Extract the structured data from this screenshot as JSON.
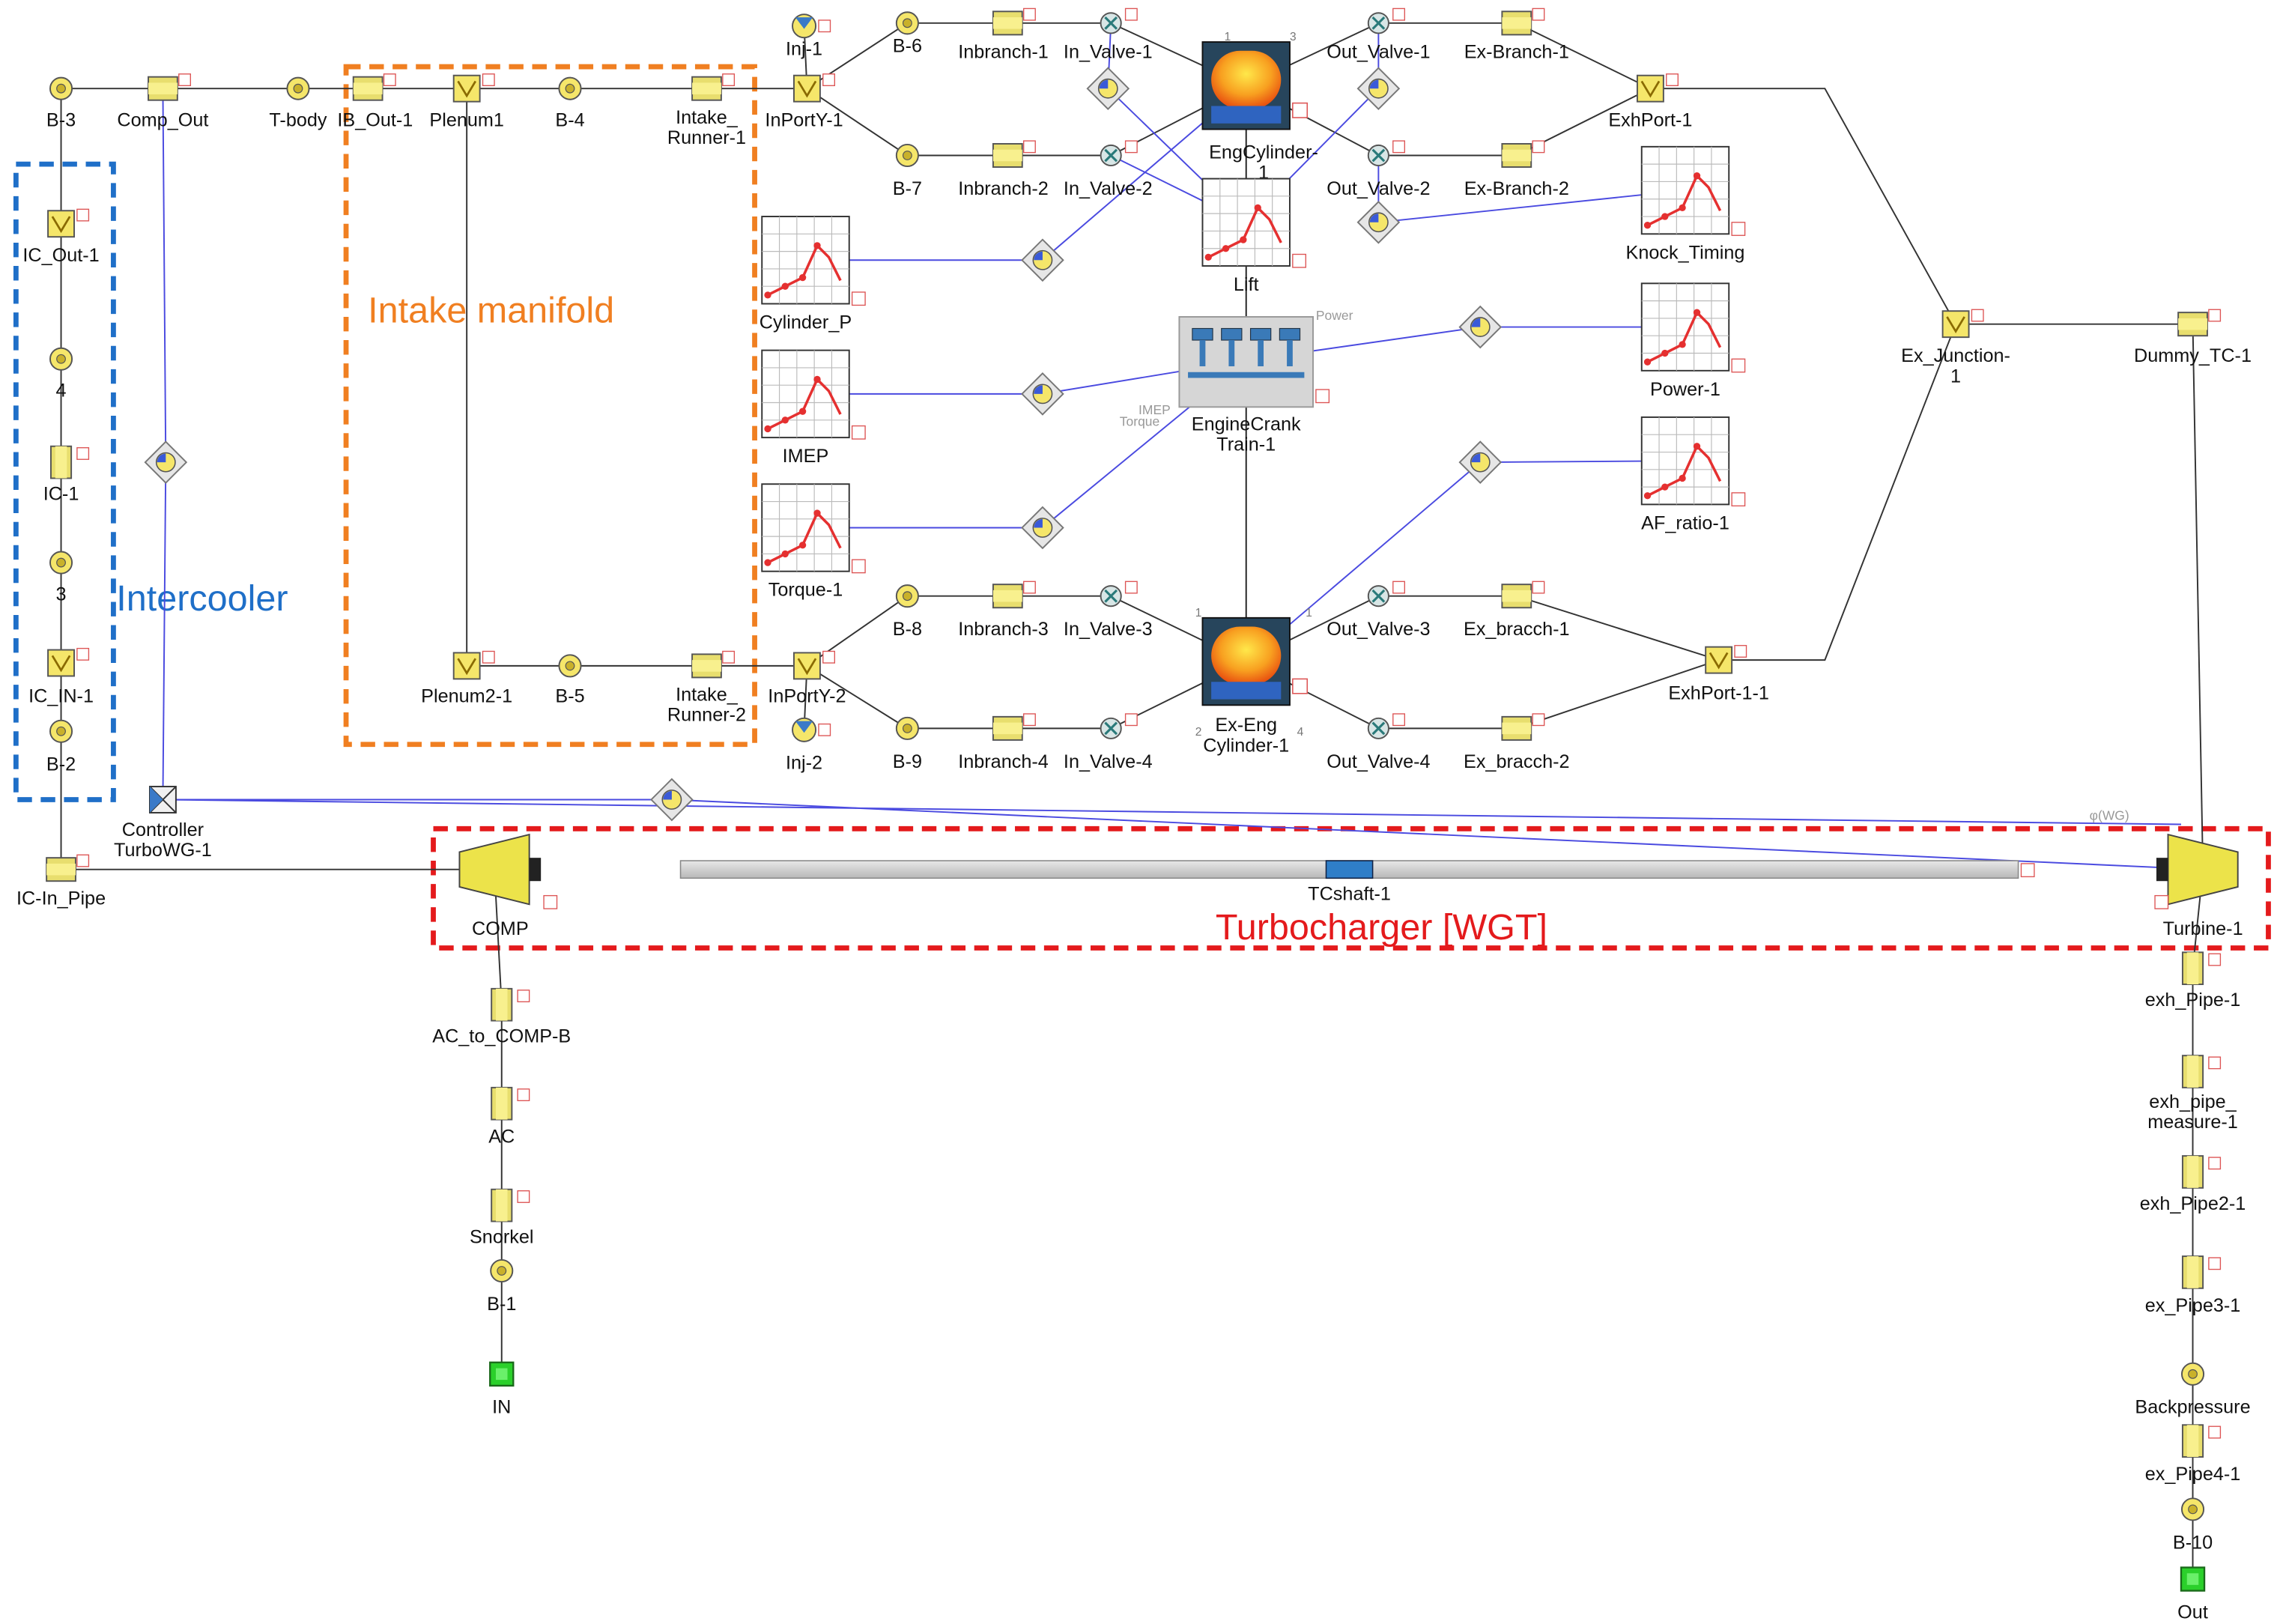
{
  "diagram": {
    "regions": [
      {
        "id": "intercooler",
        "label": "Intercooler",
        "color": "#1f6fc8"
      },
      {
        "id": "intake",
        "label": "Intake manifold",
        "color": "#f07f21"
      },
      {
        "id": "turbo",
        "label": "Turbocharger [WGT]",
        "color": "#e41a1c"
      }
    ],
    "nodes": [
      {
        "id": "b3",
        "type": "junction",
        "label": "B-3"
      },
      {
        "id": "comp_out",
        "type": "pipe",
        "label": "Comp_Out"
      },
      {
        "id": "tbody",
        "type": "junction",
        "label": "T-body"
      },
      {
        "id": "ib_out1",
        "type": "pipe",
        "label": "IB_Out-1"
      },
      {
        "id": "plenum1",
        "type": "flowsplit",
        "label": "Plenum1"
      },
      {
        "id": "b4",
        "type": "junction",
        "label": "B-4"
      },
      {
        "id": "intake_runner1",
        "type": "pipe",
        "label": "Intake_\nRunner-1"
      },
      {
        "id": "inport_y1",
        "type": "flowsplit",
        "label": "InPortY-1"
      },
      {
        "id": "inj1",
        "type": "injector",
        "label": "Inj-1"
      },
      {
        "id": "b6",
        "type": "junction",
        "label": "B-6"
      },
      {
        "id": "b7",
        "type": "junction",
        "label": "B-7"
      },
      {
        "id": "inbranch1",
        "type": "pipe",
        "label": "Inbranch-1"
      },
      {
        "id": "inbranch2",
        "type": "pipe",
        "label": "Inbranch-2"
      },
      {
        "id": "in_valve1",
        "type": "valve",
        "label": "In_Valve-1"
      },
      {
        "id": "in_valve2",
        "type": "valve",
        "label": "In_Valve-2"
      },
      {
        "id": "eng_cyl1",
        "type": "cylinder",
        "label": "EngCylinder-\n1"
      },
      {
        "id": "out_valve1",
        "type": "valve",
        "label": "Out_Valve-1"
      },
      {
        "id": "out_valve2",
        "type": "valve",
        "label": "Out_Valve-2"
      },
      {
        "id": "ex_branch1",
        "type": "pipe",
        "label": "Ex-Branch-1"
      },
      {
        "id": "ex_branch2",
        "type": "pipe",
        "label": "Ex-Branch-2"
      },
      {
        "id": "exh_port1",
        "type": "flowsplit",
        "label": "ExhPort-1"
      },
      {
        "id": "lift",
        "type": "plot",
        "label": "Lift"
      },
      {
        "id": "knock_timing",
        "type": "plot",
        "label": "Knock_Timing"
      },
      {
        "id": "cylinder_p",
        "type": "plot",
        "label": "Cylinder_P"
      },
      {
        "id": "imep",
        "type": "plot",
        "label": "IMEP"
      },
      {
        "id": "torque1",
        "type": "plot",
        "label": "Torque-1"
      },
      {
        "id": "power1",
        "type": "plot",
        "label": "Power-1"
      },
      {
        "id": "af_ratio1",
        "type": "plot",
        "label": "AF_ratio-1"
      },
      {
        "id": "crank",
        "type": "crank",
        "label": "EngineCrank\nTrain-1"
      },
      {
        "id": "ex_junction1",
        "type": "flowsplit",
        "label": "Ex_Junction-\n1"
      },
      {
        "id": "dummy_tc1",
        "type": "pipe",
        "label": "Dummy_TC-1"
      },
      {
        "id": "ic_out1",
        "type": "flowsplit",
        "label": "IC_Out-1"
      },
      {
        "id": "n4",
        "type": "junction",
        "label": "4"
      },
      {
        "id": "ic1",
        "type": "pipe_v",
        "label": "IC-1"
      },
      {
        "id": "n3",
        "type": "junction",
        "label": "3"
      },
      {
        "id": "ic_in1",
        "type": "flowsplit",
        "label": "IC_IN-1"
      },
      {
        "id": "b2",
        "type": "junction",
        "label": "B-2"
      },
      {
        "id": "plenum2",
        "type": "flowsplit",
        "label": "Plenum2-1"
      },
      {
        "id": "b5",
        "type": "junction",
        "label": "B-5"
      },
      {
        "id": "intake_runner2",
        "type": "pipe",
        "label": "Intake_\nRunner-2"
      },
      {
        "id": "inport_y2",
        "type": "flowsplit",
        "label": "InPortY-2"
      },
      {
        "id": "inj2",
        "type": "injector",
        "label": "Inj-2"
      },
      {
        "id": "b8",
        "type": "junction",
        "label": "B-8"
      },
      {
        "id": "b9",
        "type": "junction",
        "label": "B-9"
      },
      {
        "id": "inbranch3",
        "type": "pipe",
        "label": "Inbranch-3"
      },
      {
        "id": "inbranch4",
        "type": "pipe",
        "label": "Inbranch-4"
      },
      {
        "id": "in_valve3",
        "type": "valve",
        "label": "In_Valve-3"
      },
      {
        "id": "in_valve4",
        "type": "valve",
        "label": "In_Valve-4"
      },
      {
        "id": "ex_eng_cyl1",
        "type": "cylinder",
        "label": "Ex-Eng\nCylinder-1"
      },
      {
        "id": "out_valve3",
        "type": "valve",
        "label": "Out_Valve-3"
      },
      {
        "id": "out_valve4",
        "type": "valve",
        "label": "Out_Valve-4"
      },
      {
        "id": "ex_bracch1",
        "type": "pipe",
        "label": "Ex_bracch-1"
      },
      {
        "id": "ex_bracch2",
        "type": "pipe",
        "label": "Ex_bracch-2"
      },
      {
        "id": "exh_port11",
        "type": "flowsplit",
        "label": "ExhPort-1-1"
      },
      {
        "id": "controller",
        "type": "controller",
        "label": "Controller\nTurboWG-1"
      },
      {
        "id": "ic_in_pipe",
        "type": "pipe",
        "label": "IC-In_Pipe"
      },
      {
        "id": "comp",
        "type": "compressor",
        "label": "COMP"
      },
      {
        "id": "tcshaft",
        "type": "shaft",
        "label": "TCshaft-1"
      },
      {
        "id": "turbine1",
        "type": "turbine",
        "label": "Turbine-1"
      },
      {
        "id": "ac_to_comp",
        "type": "pipe_v",
        "label": "AC_to_COMP-B"
      },
      {
        "id": "ac",
        "type": "pipe_v",
        "label": "AC"
      },
      {
        "id": "snorkel",
        "type": "pipe_v",
        "label": "Snorkel"
      },
      {
        "id": "b1",
        "type": "junction",
        "label": "B-1"
      },
      {
        "id": "in",
        "type": "boundary",
        "label": "IN"
      },
      {
        "id": "exh_pipe1",
        "type": "pipe_v",
        "label": "exh_Pipe-1"
      },
      {
        "id": "exh_pipe_measure",
        "type": "pipe_v",
        "label": "exh_pipe_\nmeasure-1"
      },
      {
        "id": "exh_pipe2",
        "type": "pipe_v",
        "label": "exh_Pipe2-1"
      },
      {
        "id": "ex_pipe3",
        "type": "pipe_v",
        "label": "ex_Pipe3-1"
      },
      {
        "id": "backpressure",
        "type": "junction",
        "label": "Backpressure"
      },
      {
        "id": "ex_pipe4",
        "type": "pipe_v",
        "label": "ex_Pipe4-1"
      },
      {
        "id": "b10",
        "type": "junction",
        "label": "B-10"
      },
      {
        "id": "out",
        "type": "boundary",
        "label": "Out"
      },
      {
        "id": "s_cylp",
        "type": "sensor"
      },
      {
        "id": "s_imep",
        "type": "sensor"
      },
      {
        "id": "s_torque",
        "type": "sensor"
      },
      {
        "id": "s_power",
        "type": "sensor"
      },
      {
        "id": "s_af",
        "type": "sensor"
      },
      {
        "id": "s_lift",
        "type": "sensor"
      },
      {
        "id": "s_knock",
        "type": "sensor"
      },
      {
        "id": "s_out1",
        "type": "sensor"
      },
      {
        "id": "s_wg",
        "type": "sensor"
      },
      {
        "id": "s_ctrl",
        "type": "sensor"
      }
    ],
    "signal_labels": {
      "power": "Power",
      "imep": "IMEP",
      "torque": "Torque",
      "wg": "φ(WG)"
    },
    "port_numbers": [
      "1",
      "2",
      "3",
      "4"
    ]
  }
}
